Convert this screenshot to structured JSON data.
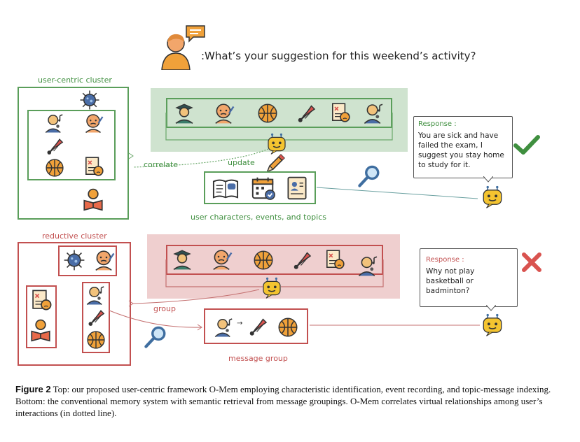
{
  "question": ":What’s your suggestion for this weekend’s activity?",
  "top": {
    "cluster_label": "user-centric cluster",
    "correlate_label": "correlate",
    "update_label": "update",
    "memory_label": "user characters, events, and topics",
    "response_title": "Response :",
    "response_text": "You are sick and have failed the exam, I suggest you stay home to study for it.",
    "accent_color": "#3f8f3f"
  },
  "bottom": {
    "cluster_label": "reductive cluster",
    "group_label": "group",
    "message_group_label": "message group",
    "response_title": "Response :",
    "response_text": "Why not play basketball or badminton?",
    "accent_color": "#c25050"
  },
  "icons": {
    "user": "person-icon",
    "chat": "chat-bubble-icon",
    "virus": "virus-icon",
    "singer": "singer-icon",
    "sick": "sick-face-icon",
    "graduate": "graduate-icon",
    "basketball": "basketball-icon",
    "shuttlecock": "shuttlecock-icon",
    "exam": "failed-exam-icon",
    "reader": "reader-icon",
    "robot": "robot-icon",
    "pencil": "pencil-icon",
    "book": "book-icon",
    "calendar": "calendar-icon",
    "id_card": "id-card-icon",
    "magnifier": "magnifier-icon",
    "check": "check-icon",
    "cross": "cross-icon"
  },
  "caption": {
    "figure_label": "Figure 2",
    "text": "  Top: our proposed user-centric framework O-Mem employing characteristic identification, event recording, and topic-message indexing. Bottom: the conventional memory system with semantic retrieval from message groupings. O-Mem correlates virtual relationships among user’s interactions (in dotted line)."
  }
}
